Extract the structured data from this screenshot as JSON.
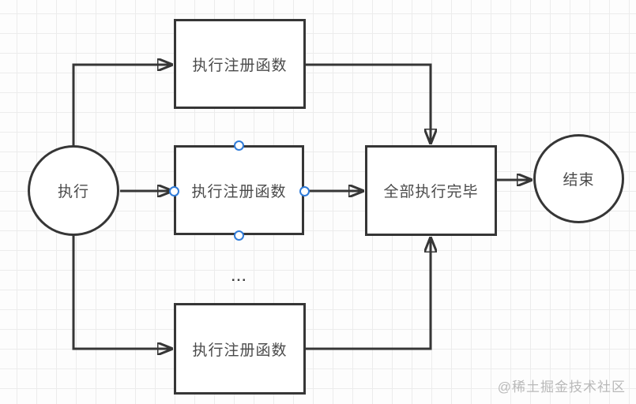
{
  "diagram": {
    "type": "flowchart",
    "nodes": {
      "start": {
        "label": "执行",
        "shape": "circle"
      },
      "task_top": {
        "label": "执行注册函数",
        "shape": "rect"
      },
      "task_middle": {
        "label": "执行注册函数",
        "shape": "rect"
      },
      "task_bottom": {
        "label": "执行注册函数",
        "shape": "rect"
      },
      "complete": {
        "label": "全部执行完毕",
        "shape": "rect"
      },
      "end": {
        "label": "结束",
        "shape": "circle"
      }
    },
    "ellipsis": "...",
    "colors": {
      "shape_stroke": "#363636",
      "text": "#4a4a4a",
      "connection_point": "#2f7bd9",
      "grid_line": "#ececec",
      "canvas": "#fdfdfd",
      "watermark": "#b9b9b9"
    }
  },
  "watermark": {
    "text": "@稀土掘金技术社区"
  }
}
